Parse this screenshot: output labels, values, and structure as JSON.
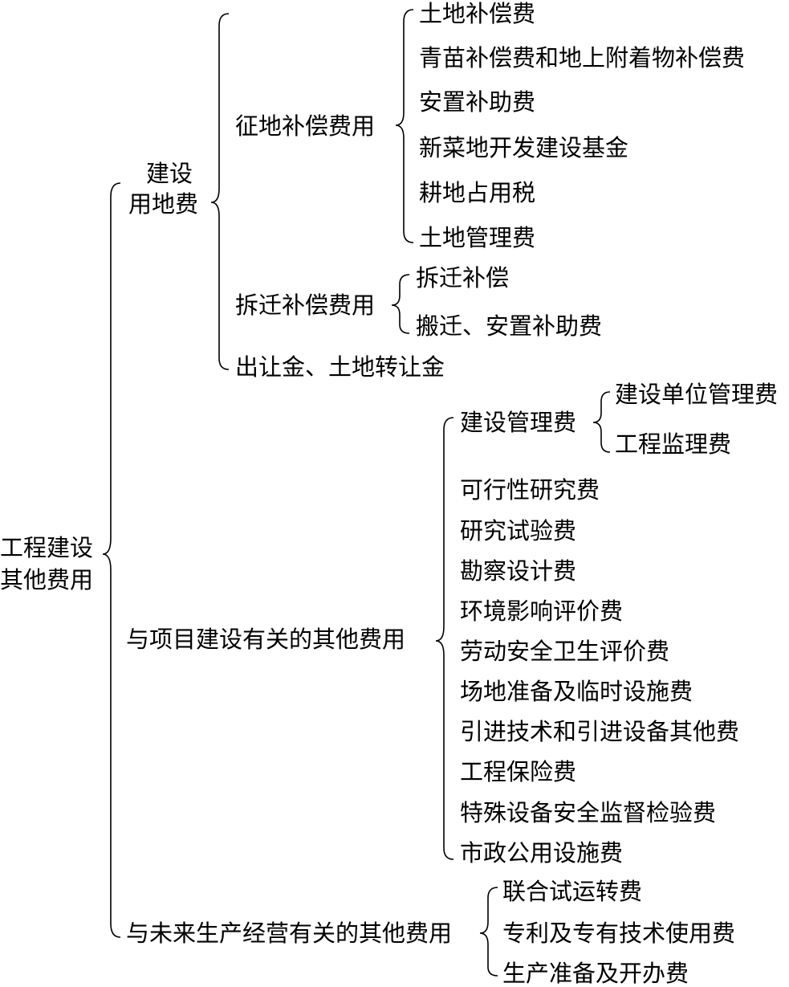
{
  "root": {
    "line1": "工程建设",
    "line2": "其他费用"
  },
  "land_use": {
    "line1": "建设",
    "line2": "用地费",
    "acquisition": {
      "label": "征地补偿费用",
      "items": [
        "土地补偿费",
        "青苗补偿费和地上附着物补偿费",
        "安置补助费",
        "新菜地开发建设基金",
        "耕地占用税",
        "土地管理费"
      ]
    },
    "demolition": {
      "label": "拆迁补偿费用",
      "items": [
        "拆迁补偿",
        "搬迁、安置补助费"
      ]
    },
    "transfer": "出让金、土地转让金"
  },
  "project": {
    "label": "与项目建设有关的其他费用",
    "management": {
      "label": "建设管理费",
      "items": [
        "建设单位管理费",
        "工程监理费"
      ]
    },
    "items": [
      "可行性研究费",
      "研究试验费",
      "勘察设计费",
      "环境影响评价费",
      "劳动安全卫生评价费",
      "场地准备及临时设施费",
      "引进技术和引进设备其他费",
      "工程保险费",
      "特殊设备安全监督检验费",
      "市政公用设施费"
    ]
  },
  "future": {
    "label": "与未来生产经营有关的其他费用",
    "items": [
      "联合试运转费",
      "专利及专有技术使用费",
      "生产准备及开办费"
    ]
  }
}
